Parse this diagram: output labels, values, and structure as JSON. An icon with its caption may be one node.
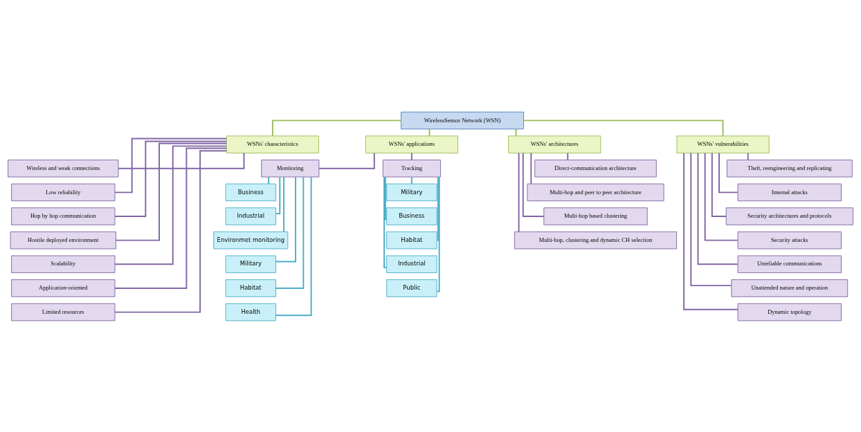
{
  "diagram": {
    "nodes": [
      {
        "text": [
          "WirelessSensor Network (WSN)"
        ]
      },
      {
        "text": [
          "WSNs' characteristics"
        ]
      },
      {
        "text": [
          "WSNs' applications"
        ]
      },
      {
        "text": [
          "WSNs' architectures"
        ]
      },
      {
        "text": [
          "WSNs' vulnerabilities"
        ]
      },
      {
        "text": [
          "Wireless and weak connections"
        ]
      },
      {
        "text": [
          "Low reliability"
        ]
      },
      {
        "text": [
          "Hop by hop communication"
        ]
      },
      {
        "text": [
          "Hostile deployed environment"
        ]
      },
      {
        "text": [
          "Scalability"
        ]
      },
      {
        "text": [
          "Application-oriented"
        ]
      },
      {
        "text": [
          "Limited resources"
        ]
      },
      {
        "text": [
          "Monitoring"
        ]
      },
      {
        "text": [
          "Tracking"
        ]
      },
      {
        "text": [
          "Business"
        ]
      },
      {
        "text": [
          "Industrial"
        ]
      },
      {
        "text": [
          "Environmet monitoring"
        ]
      },
      {
        "text": [
          "Military"
        ]
      },
      {
        "text": [
          "Habitat"
        ]
      },
      {
        "text": [
          "Health"
        ]
      },
      {
        "text": [
          "Military"
        ]
      },
      {
        "text": [
          "Business"
        ]
      },
      {
        "text": [
          "Habitat"
        ]
      },
      {
        "text": [
          "Industrial"
        ]
      },
      {
        "text": [
          "Public"
        ]
      },
      {
        "text": [
          "Direct-communication architecture"
        ]
      },
      {
        "text": [
          "Multi-hop and peer to peer architecture"
        ]
      },
      {
        "text": [
          "Multi-hop based clustering"
        ]
      },
      {
        "text": [
          "Multi-hop, clustering and dynamic CH selection"
        ]
      },
      {
        "text": [
          "Theft, reengineering and replicating"
        ]
      },
      {
        "text": [
          "Internal attacks"
        ]
      },
      {
        "text": [
          "Security architectures and protocols"
        ]
      },
      {
        "text": [
          "Security attacks"
        ]
      },
      {
        "text": [
          "Unreliable communications"
        ]
      },
      {
        "text": [
          "Unattended nature and operation"
        ]
      },
      {
        "text": [
          "Dynamic topology"
        ]
      }
    ],
    "edges": [
      {
        "from": 0,
        "to": 1,
        "arrow": "none",
        "color": "#9bbb59"
      },
      {
        "from": 0,
        "to": 2,
        "arrow": "none",
        "color": "#9bbb59"
      },
      {
        "from": 0,
        "to": 3,
        "arrow": "none",
        "color": "#9bbb59"
      },
      {
        "from": 0,
        "to": 4,
        "arrow": "none",
        "color": "#9bbb59"
      },
      {
        "from": 1,
        "to": 5,
        "arrow": "none"
      },
      {
        "from": 1,
        "to": 6,
        "arrow": "none"
      },
      {
        "from": 1,
        "to": 7,
        "arrow": "none"
      },
      {
        "from": 1,
        "to": 8,
        "arrow": "none"
      },
      {
        "from": 1,
        "to": 9,
        "arrow": "none"
      },
      {
        "from": 1,
        "to": 10,
        "arrow": "none"
      },
      {
        "from": 1,
        "to": 11,
        "arrow": "none"
      },
      {
        "from": 2,
        "to": 12,
        "arrow": "none"
      },
      {
        "from": 2,
        "to": 13,
        "arrow": "none"
      },
      {
        "from": 12,
        "to": 14,
        "arrow": "none",
        "color": "#4bacc6"
      },
      {
        "from": 12,
        "to": 15,
        "arrow": "none",
        "color": "#4bacc6"
      },
      {
        "from": 12,
        "to": 16,
        "arrow": "none",
        "color": "#4bacc6"
      },
      {
        "from": 12,
        "to": 17,
        "arrow": "none",
        "color": "#4bacc6"
      },
      {
        "from": 12,
        "to": 18,
        "arrow": "none",
        "color": "#4bacc6"
      },
      {
        "from": 12,
        "to": 19,
        "arrow": "none",
        "color": "#4bacc6"
      },
      {
        "from": 13,
        "to": 20,
        "arrow": "none",
        "color": "#4bacc6"
      },
      {
        "from": 13,
        "to": 21,
        "arrow": "none",
        "color": "#4bacc6"
      },
      {
        "from": 13,
        "to": 22,
        "arrow": "none",
        "color": "#4bacc6"
      },
      {
        "from": 13,
        "to": 23,
        "arrow": "none",
        "color": "#4bacc6"
      },
      {
        "from": 13,
        "to": 24,
        "arrow": "none",
        "color": "#4bacc6"
      },
      {
        "from": 3,
        "to": 25,
        "arrow": "none"
      },
      {
        "from": 3,
        "to": 26,
        "arrow": "none"
      },
      {
        "from": 3,
        "to": 27,
        "arrow": "none"
      },
      {
        "from": 3,
        "to": 28,
        "arrow": "none"
      },
      {
        "from": 4,
        "to": 29,
        "arrow": "none"
      },
      {
        "from": 4,
        "to": 30,
        "arrow": "none"
      },
      {
        "from": 4,
        "to": 31,
        "arrow": "none"
      },
      {
        "from": 4,
        "to": 32,
        "arrow": "none"
      },
      {
        "from": 4,
        "to": 33,
        "arrow": "none"
      },
      {
        "from": 4,
        "to": 34,
        "arrow": "none"
      },
      {
        "from": 4,
        "to": 35,
        "arrow": "none"
      }
    ]
  }
}
